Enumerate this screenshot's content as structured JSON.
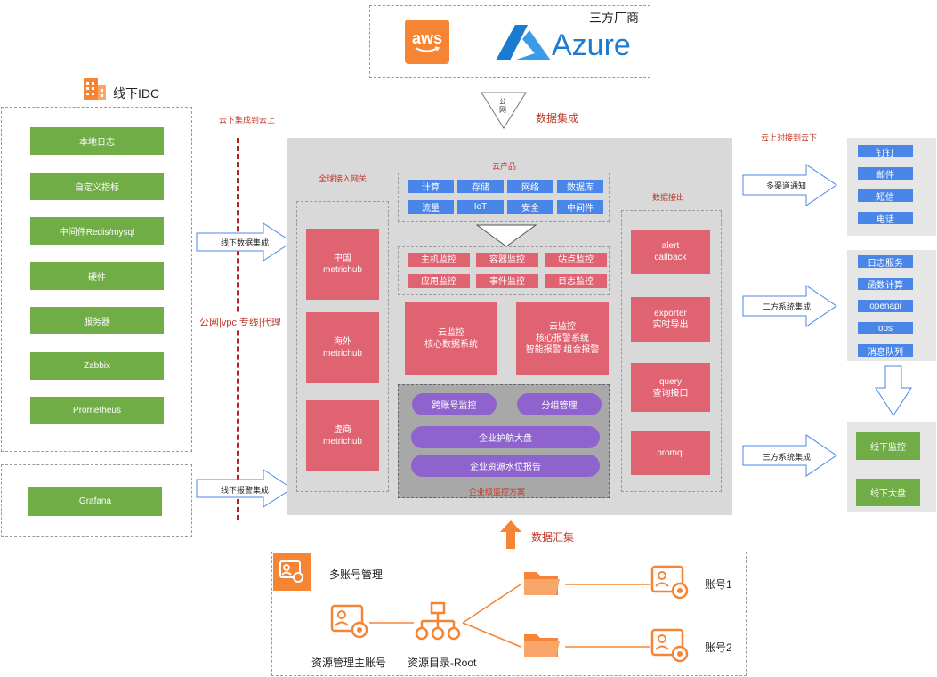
{
  "vendors": {
    "label": "三方厂商",
    "aws": "aws",
    "azure": "Azure"
  },
  "link_public": "公网",
  "data_integration": "数据集成",
  "idc": {
    "title": "线下IDC",
    "items": [
      "本地日志",
      "自定义指标",
      "中间件Redis/mysql",
      "硬件",
      "服务器",
      "Zabbix",
      "Prometheus"
    ],
    "grafana": "Grafana"
  },
  "divider": {
    "top": "云下集成到云上",
    "mid": "公网|vpc|专线|代理"
  },
  "arrows": {
    "offline_data": "线下数据集成",
    "offline_alert": "线下报警集成"
  },
  "gateway": {
    "title": "全球接入网关",
    "items": [
      "中国\nmetrichub",
      "海外\nmetrichub",
      "虚商\nmetrichub"
    ]
  },
  "cloud_products": {
    "title": "云产品",
    "items": [
      "计算",
      "存储",
      "网络",
      "数据库",
      "流量",
      "IoT",
      "安全",
      "中间件"
    ]
  },
  "monitors": [
    "主机监控",
    "容器监控",
    "站点监控",
    "应用监控",
    "事件监控",
    "日志监控"
  ],
  "core": {
    "data": "云监控\n核心数据系统",
    "alert": "云监控\n核心报警系统\n智能报警 组合报警"
  },
  "enterprise": {
    "title": "企业级监控方案",
    "cross": "跨账号监控",
    "group": "分组管理",
    "screen": "企业护航大盘",
    "water": "企业资源水位报告"
  },
  "export": {
    "title": "数据接出",
    "items": [
      "alert\ncallback",
      "exporter\n实时导出",
      "query\n查询接口",
      "promql"
    ]
  },
  "right": {
    "top_label": "云上对接到云下",
    "notify_arrow": "多渠道通知",
    "notify": [
      "钉钉",
      "邮件",
      "短信",
      "电话"
    ],
    "second_arrow": "二方系统集成",
    "second": [
      "日志服务",
      "函数计算",
      "openapi",
      "oos",
      "消息队列"
    ],
    "third_arrow": "三方系统集成",
    "third": [
      "线下监控",
      "线下大盘"
    ]
  },
  "aggregation": "数据汇集",
  "accounts": {
    "title": "多账号管理",
    "main": "资源管理主账号",
    "root": "资源目录-Root",
    "acc1": "账号1",
    "acc2": "账号2"
  }
}
